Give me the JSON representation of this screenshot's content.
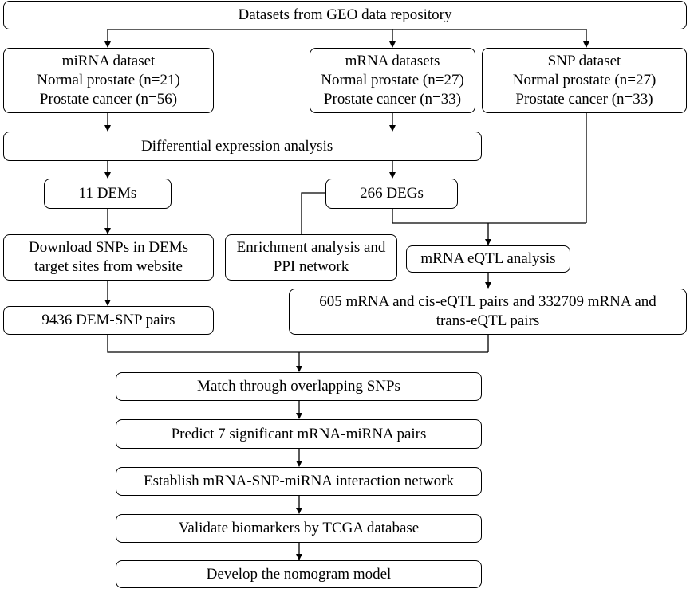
{
  "flowchart": {
    "source": {
      "label": "Datasets from GEO data repository"
    },
    "datasets": {
      "mirna": [
        "miRNA dataset",
        "Normal prostate (n=21)",
        "Prostate cancer (n=56)"
      ],
      "mrna": [
        "mRNA datasets",
        "Normal prostate (n=27)",
        "Prostate cancer (n=33)"
      ],
      "snp": [
        "SNP dataset",
        "Normal prostate (n=27)",
        "Prostate cancer (n=33)"
      ]
    },
    "differential_expression": "Differential expression analysis",
    "dems": "11 DEMs",
    "degs": "266 DEGs",
    "download_snps": [
      "Download SNPs in DEMs",
      "target sites from website"
    ],
    "enrichment": [
      "Enrichment analysis and",
      "PPI network"
    ],
    "eqtl_analysis": "mRNA eQTL analysis",
    "dem_snp_pairs": "9436 DEM-SNP pairs",
    "eqtl_pairs": [
      "605 mRNA and cis-eQTL pairs and 332709 mRNA and",
      "trans-eQTL pairs"
    ],
    "steps": [
      "Match through overlapping SNPs",
      "Predict 7 significant mRNA-miRNA pairs",
      "Establish mRNA-SNP-miRNA interaction network",
      "Validate biomarkers by TCGA database",
      "Develop the nomogram model"
    ]
  }
}
